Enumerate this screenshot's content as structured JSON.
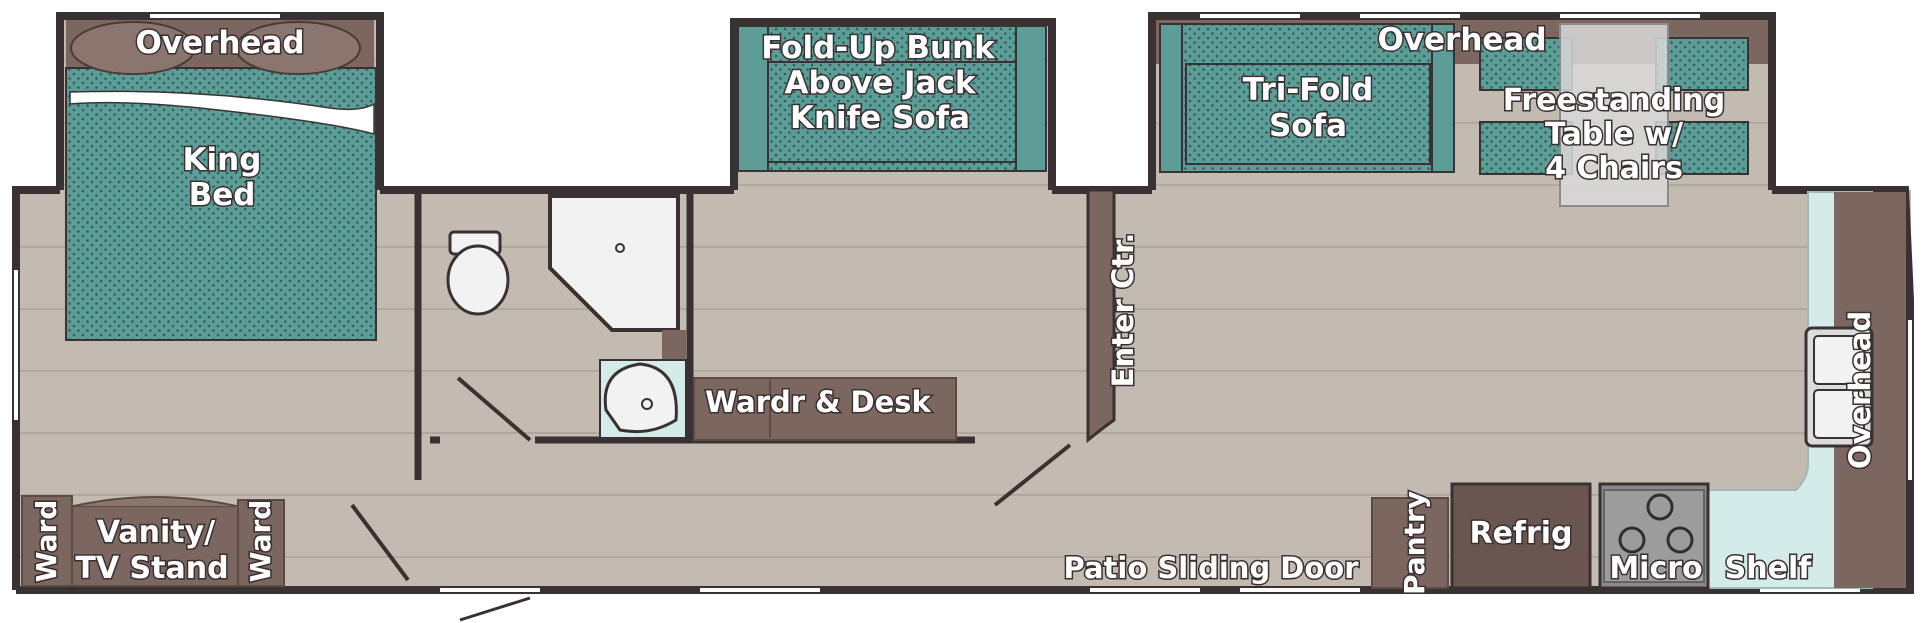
{
  "labels": {
    "overhead_bedroom": "Overhead",
    "king_bed_line1": "King",
    "king_bed_line2": "Bed",
    "bunk_line1": "Fold-Up Bunk",
    "bunk_line2": "Above Jack",
    "bunk_line3": "Knife Sofa",
    "overhead_living": "Overhead",
    "sofa_line1": "Tri-Fold",
    "sofa_line2": "Sofa",
    "table_line1": "Freestanding",
    "table_line2": "Table w/",
    "table_line3": "4 Chairs",
    "enter_ctr": "Enter Ctr.",
    "wardr_desk": "Wardr & Desk",
    "overhead_kitchen": "Overhead",
    "ward_left": "Ward",
    "vanity_line1": "Vanity/",
    "vanity_line2": "TV Stand",
    "ward_right": "Ward",
    "patio_door": "Patio Sliding Door",
    "pantry": "Pantry",
    "refrig": "Refrig",
    "micro": "Micro",
    "shelf": "Shelf"
  },
  "colors": {
    "floor": "#c3bab1",
    "plank_line": "#9e958c",
    "wall": "#3a3232",
    "teal": "#5d9d98",
    "teal_dark": "#3f7d78",
    "cabinet": "#7b6660",
    "cabinet_dark": "#5c4a45",
    "counter": "#d3ecea",
    "fixture": "#f2f2f2"
  }
}
